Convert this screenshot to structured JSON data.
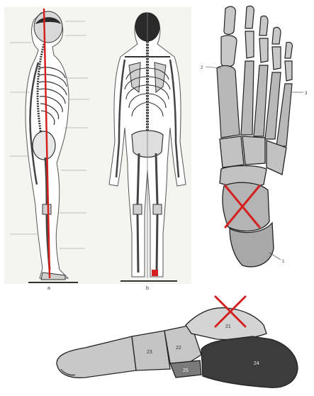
{
  "panels": {
    "skeleton_side": {
      "axis_label": "a"
    },
    "skeleton_back": {
      "axis_label": "b"
    },
    "foot_top": {
      "labels": [
        "1",
        "2",
        "3"
      ]
    },
    "foot_side": {
      "bone_labels": [
        "21",
        "22",
        "23",
        "24",
        "25"
      ]
    }
  },
  "colors": {
    "marker_red": "#d42020",
    "bone_light": "#c8c8c8",
    "bone_mid": "#8a8a8a",
    "bone_dark": "#3c3c3c",
    "outline": "#222222",
    "sheet": "#f4f4f0"
  }
}
